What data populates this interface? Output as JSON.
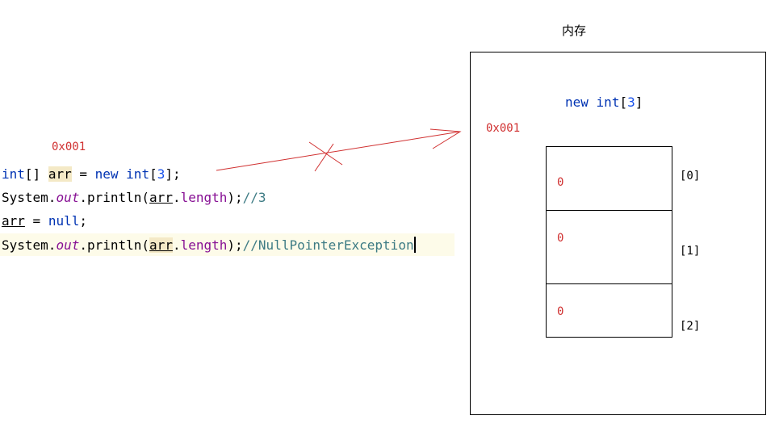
{
  "memory": {
    "title": "内存",
    "heap_expression": {
      "keyword": "new",
      "type": "int",
      "open": "[",
      "size": "3",
      "close": "]"
    },
    "address": "0x001",
    "cells": [
      {
        "value": "0",
        "index": "[0]"
      },
      {
        "value": "0",
        "index": "[1]"
      },
      {
        "value": "0",
        "index": "[2]"
      }
    ]
  },
  "code": {
    "address_label": "0x001",
    "line1": {
      "type": "int",
      "brackets": "[] ",
      "var": "arr",
      "assign": " = ",
      "new": "new",
      "space": " ",
      "type2": "int",
      "open": "[",
      "size": "3",
      "close": "];"
    },
    "line2": {
      "cls": "System.",
      "out": "out",
      "method": ".println(",
      "var": "arr",
      "dot": ".",
      "field": "length",
      "end": ");",
      "comment": "//3"
    },
    "line3": {
      "var": "arr",
      "assign": " = ",
      "null": "null",
      "end": ";"
    },
    "line4": {
      "cls": "System.",
      "out": "out",
      "method": ".println(",
      "var": "arr",
      "dot": ".",
      "field": "length",
      "end": ");",
      "comment": "//NullPointerException"
    }
  },
  "colors": {
    "annotation": "#d03030",
    "keyword": "#0033b3",
    "comment": "#3d7b84",
    "field": "#871094"
  }
}
